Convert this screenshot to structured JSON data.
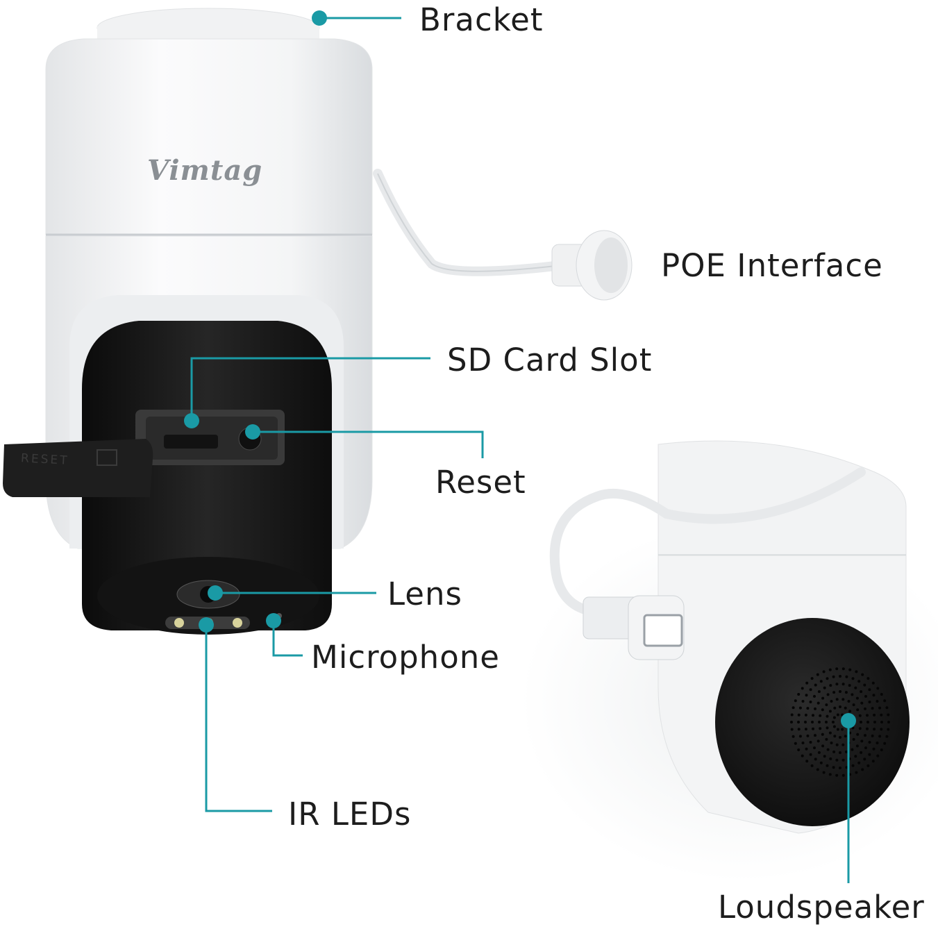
{
  "brand": {
    "logo_text": "Vimtag"
  },
  "diagram": {
    "callouts": [
      {
        "id": "bracket",
        "label": "Bracket"
      },
      {
        "id": "poe",
        "label": "POE Interface"
      },
      {
        "id": "sd",
        "label": "SD Card Slot"
      },
      {
        "id": "reset",
        "label": "Reset"
      },
      {
        "id": "lens",
        "label": "Lens"
      },
      {
        "id": "mic",
        "label": "Microphone"
      },
      {
        "id": "ir",
        "label": "IR LEDs"
      },
      {
        "id": "speaker",
        "label": "Loudspeaker"
      }
    ],
    "cover_print": "RESET"
  },
  "colors": {
    "accent": "#1a9aa5",
    "camera_white": "#f4f5f6",
    "camera_black": "#161616",
    "label_text": "#1d1d1d"
  }
}
